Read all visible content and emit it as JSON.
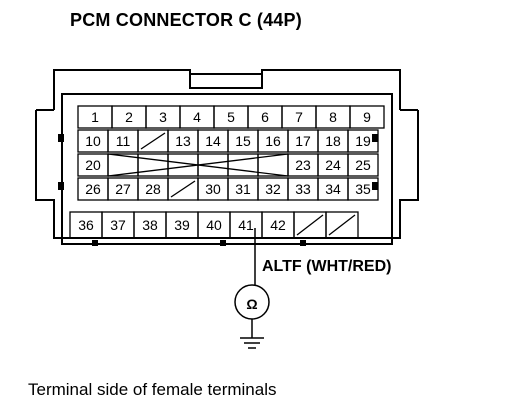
{
  "title": "PCM CONNECTOR C (44P)",
  "wire_label": "ALTF (WHT/RED)",
  "meter_symbol": "Ω",
  "caption": "Terminal side of female terminals",
  "terminals": {
    "row1": [
      "1",
      "2",
      "3",
      "4",
      "5",
      "6",
      "7",
      "8",
      "9"
    ],
    "row2": [
      "10",
      "11",
      "",
      "13",
      "14",
      "15",
      "16",
      "17",
      "18",
      "19"
    ],
    "row3": [
      "20",
      "",
      "",
      "",
      "",
      "",
      "",
      "23",
      "24",
      "25"
    ],
    "row4": [
      "26",
      "27",
      "28",
      "",
      "30",
      "31",
      "32",
      "33",
      "34",
      "35"
    ],
    "row5": [
      "36",
      "37",
      "38",
      "39",
      "40",
      "41",
      "42",
      "",
      ""
    ]
  },
  "tested_terminal": "41",
  "colors": {
    "line": "#000000",
    "background": "#ffffff"
  }
}
